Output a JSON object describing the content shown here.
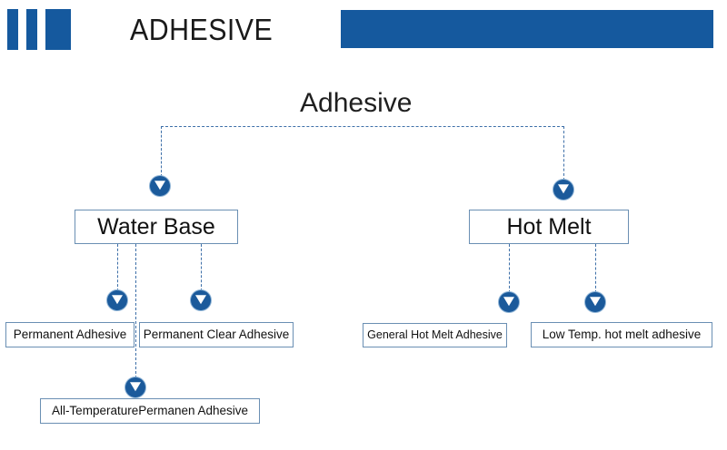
{
  "header": {
    "logo_bars": 3,
    "title": "ADHESIVE",
    "accent_color": "#15599E",
    "banner_label": ""
  },
  "diagram": {
    "title": "Adhesive",
    "connector_color": "#3D6FA8",
    "marker_color": "#1B5A9B",
    "box_border_color": "#6A8FB3",
    "nodes": [
      {
        "id": "water-base",
        "label": "Water Base",
        "level": 1
      },
      {
        "id": "hot-melt",
        "label": "Hot Melt",
        "level": 1
      },
      {
        "id": "permanent-adhesive",
        "label": "Permanent Adhesive",
        "level": 2
      },
      {
        "id": "permanent-clear-adhesive",
        "label": "Permanent Clear Adhesive",
        "level": 2
      },
      {
        "id": "general-hot-melt-adhesive",
        "label": "General Hot Melt Adhesive",
        "level": 2
      },
      {
        "id": "low-temp-hot-melt-adhesive",
        "label": "Low Temp. hot melt adhesive",
        "level": 2
      },
      {
        "id": "all-temperature-permanen-adhesive",
        "label": "All-TemperaturePermanen Adhesive",
        "level": 3
      }
    ]
  }
}
